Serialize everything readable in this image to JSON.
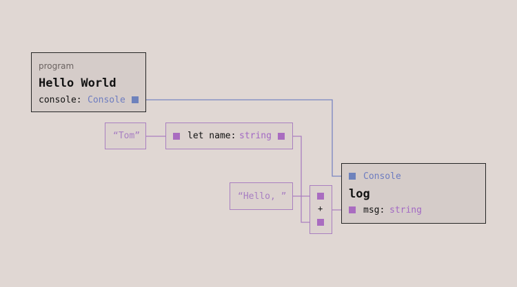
{
  "program_node": {
    "caption": "program",
    "title": "Hello World",
    "field_name": "console:",
    "field_type": "Console"
  },
  "literal_tom": "“Tom”",
  "let_node": {
    "keyword": "let name:",
    "type": "string"
  },
  "literal_hello": "“Hello, ”",
  "plus_node": {
    "operator": "+"
  },
  "log_node": {
    "input_type": "Console",
    "title": "log",
    "param_name": "msg:",
    "param_type": "string"
  },
  "colors": {
    "background": "#e0d7d3",
    "console_wire": "#6e82bc",
    "string_wire": "#a96cc0",
    "node_border": "#222222"
  }
}
